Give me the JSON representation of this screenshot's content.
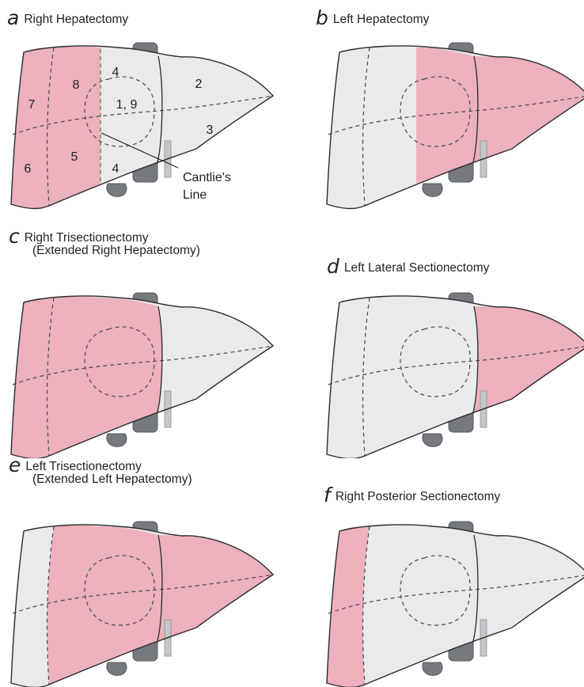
{
  "colors": {
    "resected": "#ecb1bd",
    "remnant": "#e9eaeb",
    "outline": "#2c2c2c",
    "vessel": "#777a7d",
    "vessel_dark": "#55585b",
    "ligament": "#c4c6c8"
  },
  "panels": [
    {
      "letter": "a",
      "title": "Right Hepatectomy",
      "subtitle": "",
      "resected": [
        "right_lobe"
      ],
      "segment_labels": [
        "8",
        "7",
        "6",
        "5",
        "4",
        "4",
        "1, 9",
        "2",
        "3"
      ],
      "callout": [
        "Cantlie's",
        "Line"
      ]
    },
    {
      "letter": "b",
      "title": "Left Hepatectomy",
      "subtitle": "",
      "resected": [
        "left_medial",
        "left_lateral"
      ]
    },
    {
      "letter": "c",
      "title": "Right Trisectionectomy",
      "subtitle": "(Extended Right Hepatectomy)",
      "resected": [
        "right_lobe",
        "left_medial"
      ]
    },
    {
      "letter": "d",
      "title": "Left Lateral Sectionectomy",
      "subtitle": "",
      "resected": [
        "left_lateral"
      ]
    },
    {
      "letter": "e",
      "title": "Left Trisectionectomy",
      "subtitle": "(Extended Left Hepatectomy)",
      "resected": [
        "right_anterior",
        "left_medial",
        "left_lateral"
      ]
    },
    {
      "letter": "f",
      "title": "Right Posterior Sectionectomy",
      "subtitle": "",
      "resected": [
        "right_posterior"
      ]
    }
  ]
}
